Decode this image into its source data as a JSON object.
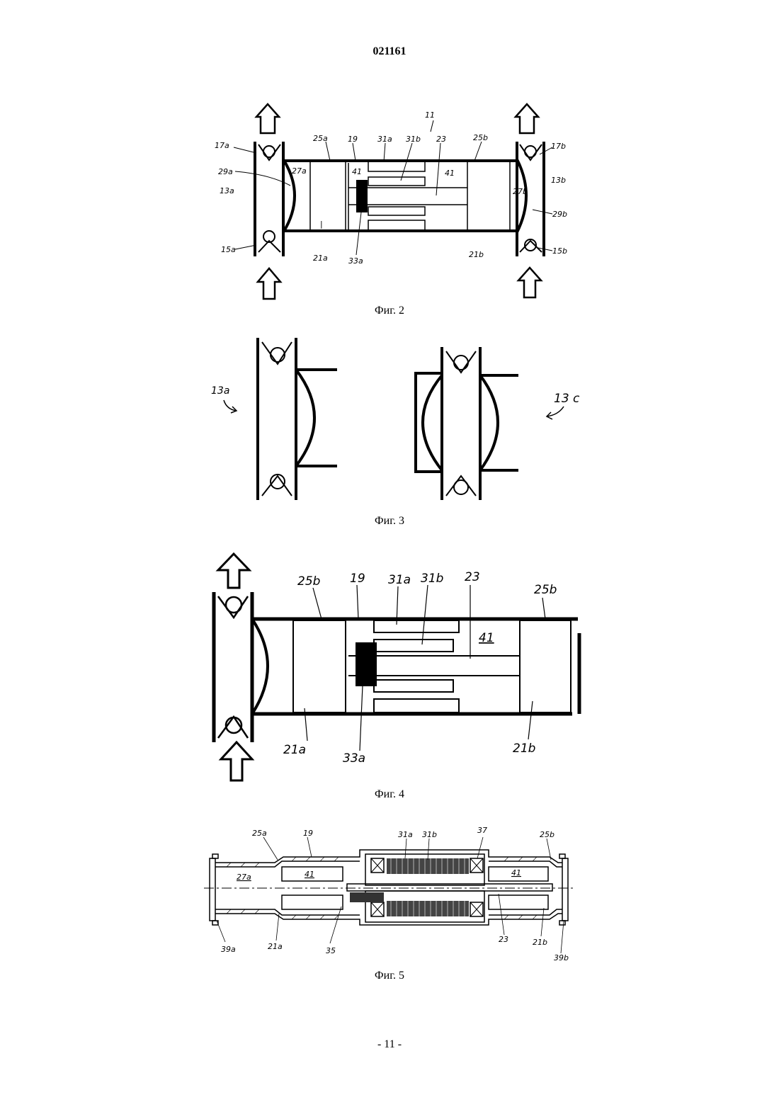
{
  "document_number": "021161",
  "page_number": "- 11 -",
  "figures": {
    "fig2": {
      "caption": "Фиг. 2",
      "labels": {
        "l11": "11",
        "l17a": "17a",
        "l29a": "29a",
        "l13a": "13a",
        "l15a": "15a",
        "l25a": "25a",
        "l19": "19",
        "l31a": "31a",
        "l31b": "31b",
        "l23": "23",
        "l25b": "25b",
        "l17b": "17b",
        "l13b": "13b",
        "l29b": "29b",
        "l15b": "15b",
        "l27a": "27a",
        "l41a": "41",
        "l41b": "41",
        "l27b": "27b",
        "l21a": "21a",
        "l33a": "33a",
        "l21b": "21b"
      }
    },
    "fig3": {
      "caption": "Фиг. 3",
      "labels": {
        "l13a": "13a",
        "l13c": "13 c"
      }
    },
    "fig4": {
      "caption": "Фиг. 4",
      "labels": {
        "l25b_left": "25b",
        "l19": "19",
        "l31a": "31a",
        "l31b": "31b",
        "l23": "23",
        "l25b_right": "25b",
        "l41": "41",
        "l21a": "21a",
        "l33a": "33a",
        "l21b": "21b"
      }
    },
    "fig5": {
      "caption": "Фиг. 5",
      "labels": {
        "l25a": "25a",
        "l19": "19",
        "l31a": "31a",
        "l31b": "31b",
        "l37": "37",
        "l25b": "25b",
        "l27a": "27a",
        "l41a": "41",
        "l41b": "41",
        "l39a": "39a",
        "l21a": "21a",
        "l35": "35",
        "l23": "23",
        "l21b": "21b",
        "l39b": "39b"
      }
    }
  }
}
